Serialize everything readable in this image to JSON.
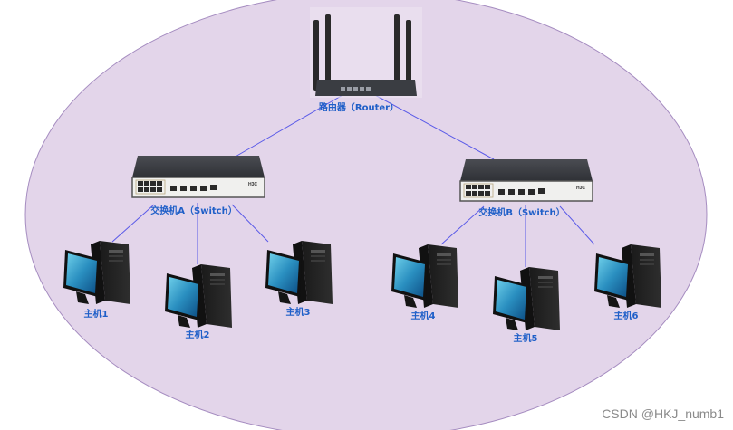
{
  "colors": {
    "background": "#ffffff",
    "network_fill": "#e3d5ea",
    "network_border": "#a58cc0",
    "link": "#5a5ae8",
    "label": "#1f5fc8"
  },
  "router": {
    "label": "路由器（Router）"
  },
  "switches": [
    {
      "id": "A",
      "label": "交换机A（Switch）",
      "brand": "H3C"
    },
    {
      "id": "B",
      "label": "交换机B（Switch）",
      "brand": "H3C"
    }
  ],
  "hosts": [
    {
      "label": "主机1",
      "switch": "A"
    },
    {
      "label": "主机2",
      "switch": "A"
    },
    {
      "label": "主机3",
      "switch": "A"
    },
    {
      "label": "主机4",
      "switch": "B"
    },
    {
      "label": "主机5",
      "switch": "B"
    },
    {
      "label": "主机6",
      "switch": "B"
    }
  ],
  "links": [
    [
      "router",
      "A"
    ],
    [
      "router",
      "B"
    ],
    [
      "A",
      "主机1"
    ],
    [
      "A",
      "主机2"
    ],
    [
      "A",
      "主机3"
    ],
    [
      "B",
      "主机4"
    ],
    [
      "B",
      "主机5"
    ],
    [
      "B",
      "主机6"
    ]
  ],
  "watermark": "CSDN @HKJ_numb1"
}
